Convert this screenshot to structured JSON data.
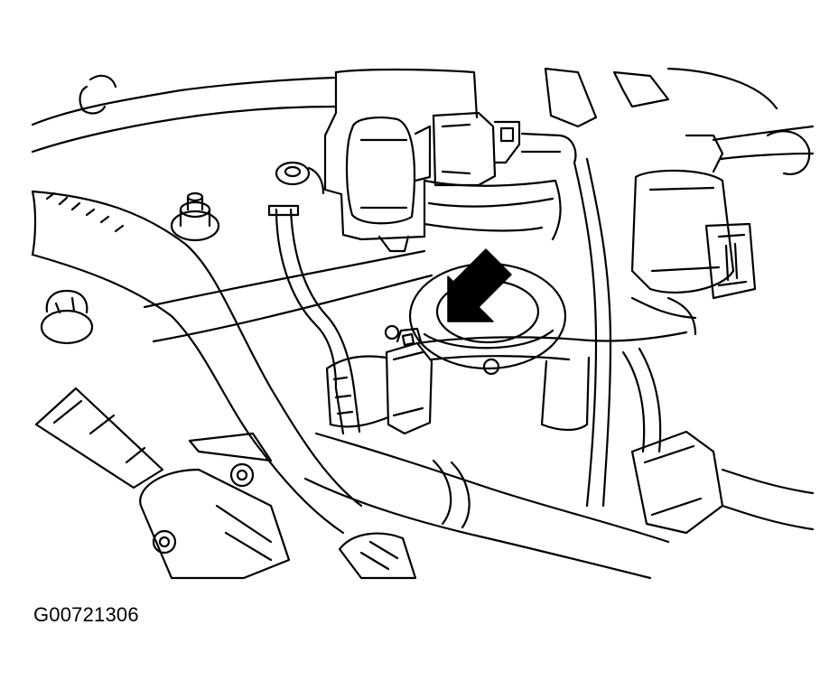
{
  "figure": {
    "caption_id": "G00721306",
    "style": "black-line technical illustration on white",
    "stroke_color": "#000000",
    "background_color": "#ffffff",
    "callout": {
      "shape": "arrow",
      "fill": "#000000",
      "direction": "down-left"
    }
  }
}
